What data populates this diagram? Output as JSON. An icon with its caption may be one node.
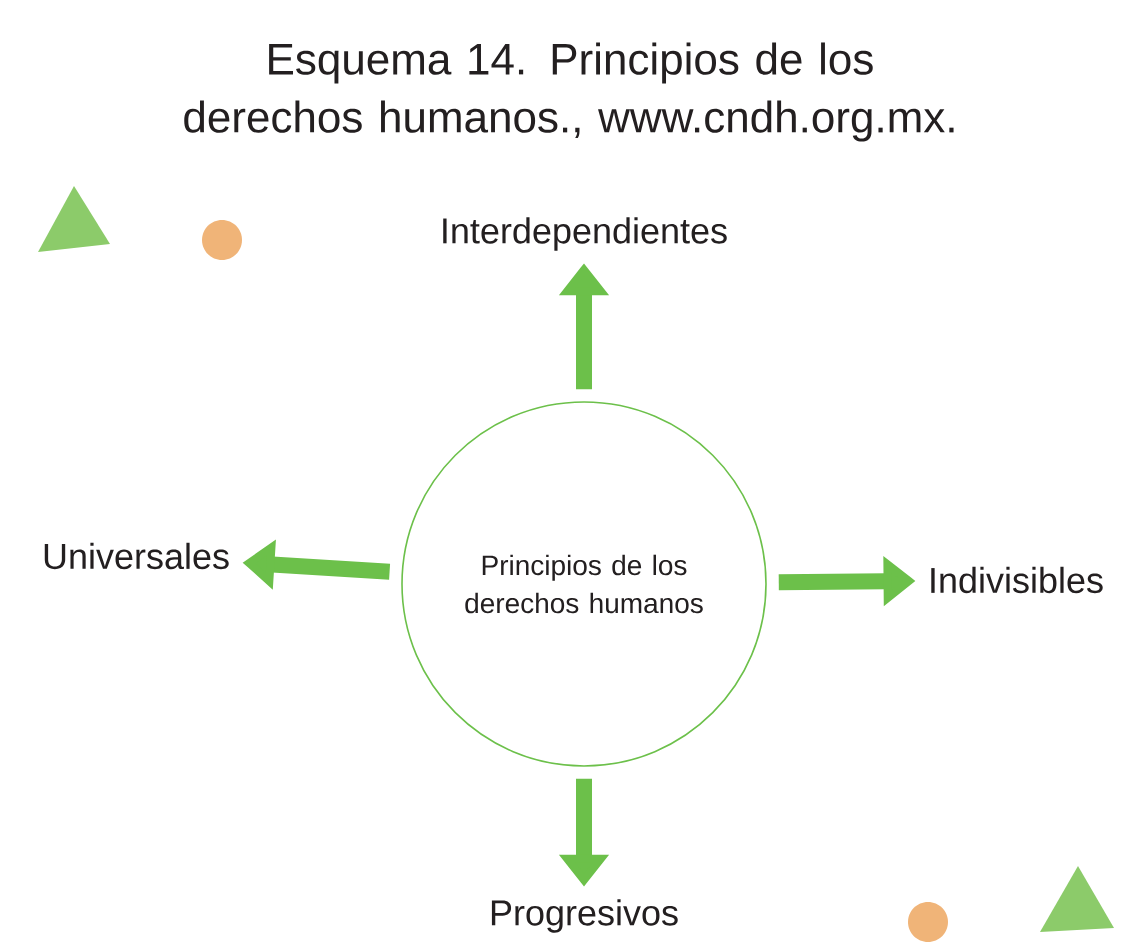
{
  "diagram": {
    "title": "Esquema 14. Principios de los derechos humanos., www.cndh.org.mx.",
    "nodes": [
      {
        "text": [
          "Principios de los derechos humanos"
        ]
      },
      {
        "text": [
          "Interdependientes"
        ]
      },
      {
        "text": [
          "Universales"
        ]
      },
      {
        "text": [
          "Indivisibles"
        ]
      },
      {
        "text": [
          "Progresivos"
        ]
      }
    ],
    "edges": [
      {
        "from": 0,
        "to": 1,
        "arrow": "to"
      },
      {
        "from": 0,
        "to": 2,
        "arrow": "to"
      },
      {
        "from": 0,
        "to": 3,
        "arrow": "to"
      },
      {
        "from": 0,
        "to": 4,
        "arrow": "to"
      }
    ]
  }
}
